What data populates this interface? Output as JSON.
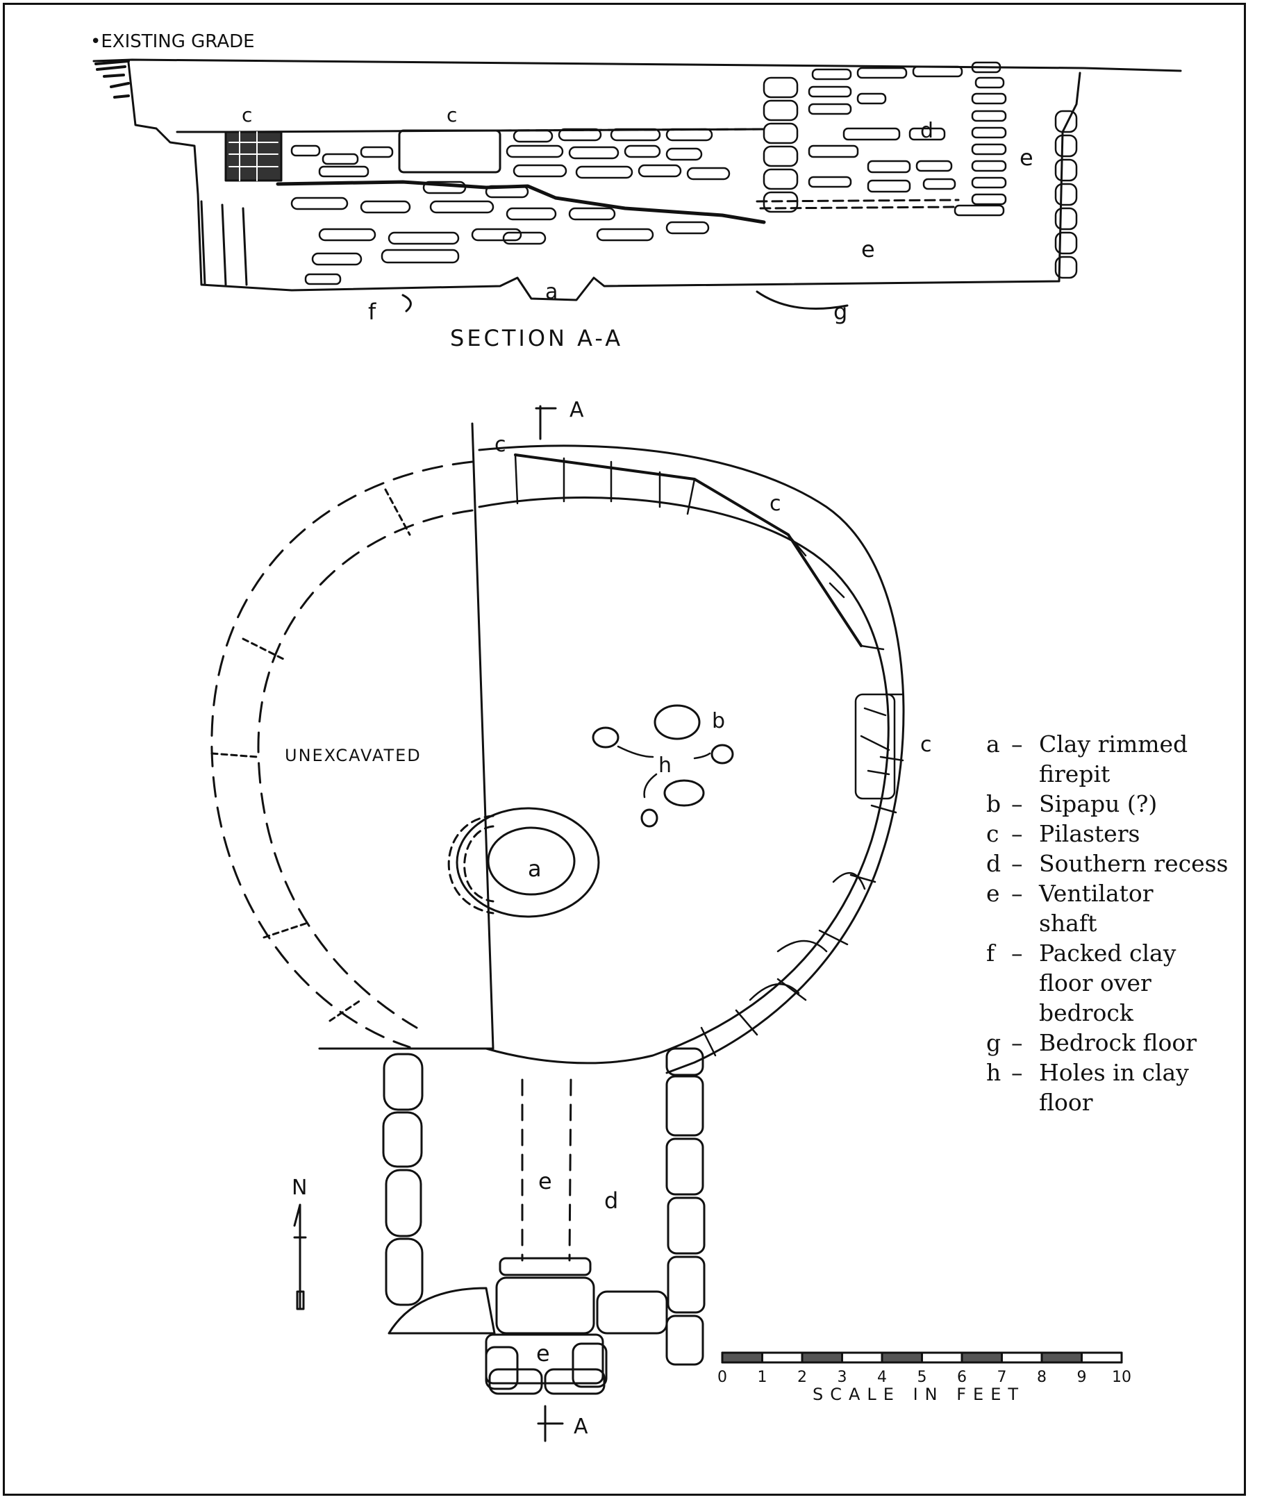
{
  "section": {
    "grade_label": "•EXISTING GRADE",
    "title": "SECTION A-A",
    "labels": {
      "c1": "c",
      "c2": "c",
      "d": "d",
      "e1": "e",
      "e2": "e",
      "a": "a",
      "f": "f",
      "g": "g"
    }
  },
  "plan": {
    "unexcavated": "UNEXCAVATED",
    "section_marker": "A",
    "labels": {
      "a": "a",
      "b": "b",
      "h": "h",
      "c1": "c",
      "c2": "c",
      "c3": "c",
      "e1": "e",
      "e2": "e",
      "d": "d"
    }
  },
  "north": {
    "label": "N"
  },
  "scale": {
    "title": "SCALE IN FEET",
    "ticks": [
      "0",
      "1",
      "2",
      "3",
      "4",
      "5",
      "6",
      "7",
      "8",
      "9",
      "10"
    ]
  },
  "legend": [
    {
      "key": "a",
      "text": "Clay rimmed\nfirepit"
    },
    {
      "key": "b",
      "text": "Sipapu (?)"
    },
    {
      "key": "c",
      "text": "Pilasters"
    },
    {
      "key": "d",
      "text": "Southern recess"
    },
    {
      "key": "e",
      "text": "Ventilator\nshaft"
    },
    {
      "key": "f",
      "text": "Packed clay\nfloor over\nbedrock"
    },
    {
      "key": "g",
      "text": "Bedrock floor"
    },
    {
      "key": "h",
      "text": "Holes in clay\nfloor"
    }
  ]
}
